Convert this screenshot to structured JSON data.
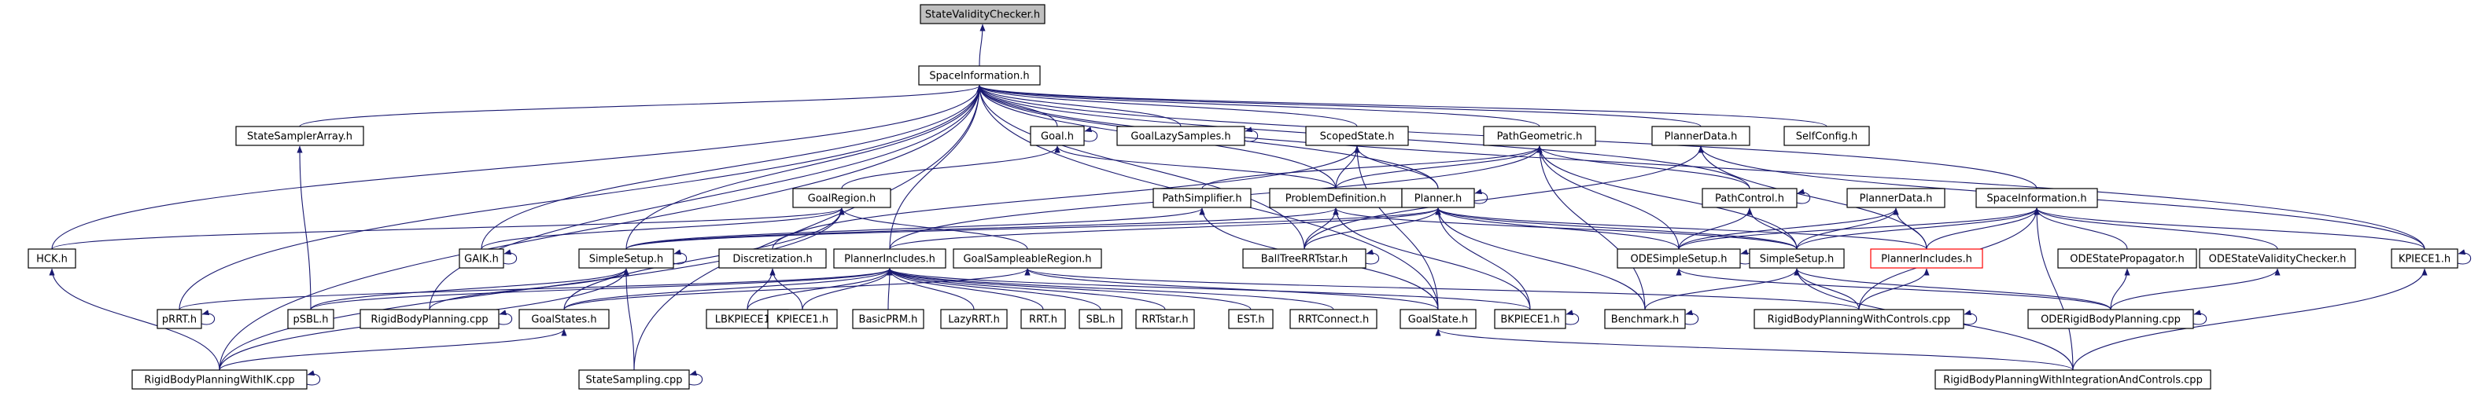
{
  "diagram": {
    "root_file": "StateValidityChecker.h",
    "colors": {
      "edge": "#191970",
      "root_fill": "#bfbfbf",
      "node_fill": "#ffffff",
      "truncated_border": "#ff0000"
    },
    "nodes": {
      "StateValidityChecker": "StateValidityChecker.h",
      "SpaceInformation": "SpaceInformation.h",
      "StateSamplerArray": "StateSamplerArray.h",
      "Goal": "Goal.h",
      "GoalLazySamples": "GoalLazySamples.h",
      "ScopedState": "ScopedState.h",
      "PathGeometric": "PathGeometric.h",
      "PlannerData1": "PlannerData.h",
      "SelfConfig": "SelfConfig.h",
      "GoalRegion": "GoalRegion.h",
      "PathSimplifier": "PathSimplifier.h",
      "ProblemDefinition": "ProblemDefinition.h",
      "Planner": "Planner.h",
      "PathControl": "PathControl.h",
      "PlannerData2": "PlannerData.h",
      "SpaceInformation2": "SpaceInformation.h",
      "HCK": "HCK.h",
      "GAIK": "GAIK.h",
      "SimpleSetup1": "SimpleSetup.h",
      "Discretization": "Discretization.h",
      "PlannerIncludes1": "PlannerIncludes.h",
      "GoalSampleableRegion": "GoalSampleableRegion.h",
      "BallTreeRRTstar": "BallTreeRRTstar.h",
      "ODESimpleSetup": "ODESimpleSetup.h",
      "SimpleSetup2": "SimpleSetup.h",
      "PlannerIncludes2": "PlannerIncludes.h",
      "ODEStatePropagator": "ODEStatePropagator.h",
      "ODEStateValidityChecker": "ODEStateValidityChecker.h",
      "KPIECE1_ctrl": "KPIECE1.h",
      "pRRT": "pRRT.h",
      "pSBL": "pSBL.h",
      "RigidBodyPlanning": "RigidBodyPlanning.cpp",
      "GoalStates": "GoalStates.h",
      "LBKPIECE1": "LBKPIECE1.h",
      "KPIECE1_geo": "KPIECE1.h",
      "BasicPRM": "BasicPRM.h",
      "LazyRRT": "LazyRRT.h",
      "RRT": "RRT.h",
      "SBL": "SBL.h",
      "RRTstar": "RRTstar.h",
      "EST": "EST.h",
      "RRTConnect": "RRTConnect.h",
      "GoalState": "GoalState.h",
      "BKPIECE1": "BKPIECE1.h",
      "Benchmark": "Benchmark.h",
      "RigidBodyPlanningWithControls": "RigidBodyPlanningWithControls.cpp",
      "ODERigidBodyPlanning": "ODERigidBodyPlanning.cpp",
      "RigidBodyPlanningWithIK": "RigidBodyPlanningWithIK.cpp",
      "StateSampling": "StateSampling.cpp",
      "RigidBodyPlanningWithIntegrationAndControls": "RigidBodyPlanningWithIntegrationAndControls.cpp"
    },
    "edges": [
      [
        "StateValidityChecker",
        "SpaceInformation"
      ],
      [
        "SpaceInformation",
        "StateSamplerArray"
      ],
      [
        "SpaceInformation",
        "Goal"
      ],
      [
        "SpaceInformation",
        "GoalLazySamples"
      ],
      [
        "SpaceInformation",
        "ScopedState"
      ],
      [
        "SpaceInformation",
        "PathGeometric"
      ],
      [
        "SpaceInformation",
        "PlannerData1"
      ],
      [
        "SpaceInformation",
        "SelfConfig"
      ],
      [
        "SpaceInformation",
        "SpaceInformation2"
      ],
      [
        "SpaceInformation",
        "HCK"
      ],
      [
        "SpaceInformation",
        "GAIK"
      ],
      [
        "SpaceInformation",
        "SimpleSetup1"
      ],
      [
        "SpaceInformation",
        "PlannerIncludes1"
      ],
      [
        "SpaceInformation",
        "ProblemDefinition"
      ],
      [
        "SpaceInformation",
        "Planner"
      ],
      [
        "SpaceInformation",
        "PathControl"
      ],
      [
        "SpaceInformation",
        "BallTreeRRTstar"
      ],
      [
        "SpaceInformation",
        "pRRT"
      ],
      [
        "SpaceInformation",
        "RigidBodyPlanning"
      ],
      [
        "SpaceInformation",
        "RigidBodyPlanningWithIK"
      ],
      [
        "SpaceInformation",
        "StateSampling"
      ],
      [
        "SpaceInformation",
        "GoalState"
      ],
      [
        "SpaceInformation",
        "KPIECE1_ctrl"
      ],
      [
        "StateSamplerArray",
        "pSBL"
      ],
      [
        "Goal",
        "GoalRegion"
      ],
      [
        "Goal",
        "ProblemDefinition"
      ],
      [
        "Goal",
        "Goal"
      ],
      [
        "GoalLazySamples",
        "GoalLazySamples"
      ],
      [
        "ScopedState",
        "ProblemDefinition"
      ],
      [
        "ScopedState",
        "Planner"
      ],
      [
        "ScopedState",
        "Discretization"
      ],
      [
        "ScopedState",
        "GoalState"
      ],
      [
        "PathGeometric",
        "PathSimplifier"
      ],
      [
        "PathGeometric",
        "PathControl"
      ],
      [
        "PathGeometric",
        "SimpleSetup2"
      ],
      [
        "PathGeometric",
        "ODESimpleSetup"
      ],
      [
        "PathGeometric",
        "Benchmark"
      ],
      [
        "PathGeometric",
        "ProblemDefinition"
      ],
      [
        "PathGeometric",
        "PlannerIncludes1"
      ],
      [
        "PlannerData1",
        "BallTreeRRTstar"
      ],
      [
        "PlannerData1",
        "PlannerIncludes2"
      ],
      [
        "PlannerData1",
        "KPIECE1_ctrl"
      ],
      [
        "GoalRegion",
        "HCK"
      ],
      [
        "GoalRegion",
        "GAIK"
      ],
      [
        "GoalRegion",
        "GoalSampleableRegion"
      ],
      [
        "GoalRegion",
        "RigidBodyPlanningWithIK"
      ],
      [
        "GoalRegion",
        "GoalStates"
      ],
      [
        "PathSimplifier",
        "SimpleSetup1"
      ],
      [
        "PathSimplifier",
        "GoalState"
      ],
      [
        "ProblemDefinition",
        "SimpleSetup1"
      ],
      [
        "ProblemDefinition",
        "BallTreeRRTstar"
      ],
      [
        "ProblemDefinition",
        "SimpleSetup2"
      ],
      [
        "ProblemDefinition",
        "BKPIECE1"
      ],
      [
        "Planner",
        "Planner"
      ],
      [
        "Planner",
        "SimpleSetup1"
      ],
      [
        "Planner",
        "PlannerIncludes1"
      ],
      [
        "Planner",
        "BallTreeRRTstar"
      ],
      [
        "Planner",
        "ODESimpleSetup"
      ],
      [
        "Planner",
        "SimpleSetup2"
      ],
      [
        "Planner",
        "PlannerIncludes2"
      ],
      [
        "Planner",
        "Benchmark"
      ],
      [
        "Planner",
        "BKPIECE1"
      ],
      [
        "PathControl",
        "PathControl"
      ],
      [
        "PathControl",
        "ODESimpleSetup"
      ],
      [
        "PathControl",
        "SimpleSetup2"
      ],
      [
        "PlannerData2",
        "ODESimpleSetup"
      ],
      [
        "PlannerData2",
        "SimpleSetup2"
      ],
      [
        "PlannerData2",
        "PlannerIncludes2"
      ],
      [
        "SpaceInformation2",
        "ODESimpleSetup"
      ],
      [
        "SpaceInformation2",
        "SimpleSetup2"
      ],
      [
        "SpaceInformation2",
        "PlannerIncludes2"
      ],
      [
        "SpaceInformation2",
        "ODEStatePropagator"
      ],
      [
        "SpaceInformation2",
        "ODEStateValidityChecker"
      ],
      [
        "SpaceInformation2",
        "KPIECE1_ctrl"
      ],
      [
        "SpaceInformation2",
        "RigidBodyPlanningWithControls"
      ],
      [
        "SpaceInformation2",
        "RigidBodyPlanningWithIntegrationAndControls"
      ],
      [
        "HCK",
        "RigidBodyPlanningWithIK"
      ],
      [
        "GAIK",
        "GAIK"
      ],
      [
        "SimpleSetup1",
        "SimpleSetup1"
      ],
      [
        "SimpleSetup1",
        "RigidBodyPlanning"
      ],
      [
        "SimpleSetup1",
        "pSBL"
      ],
      [
        "SimpleSetup1",
        "StateSampling"
      ],
      [
        "SimpleSetup1",
        "RigidBodyPlanningWithIK"
      ],
      [
        "Discretization",
        "LBKPIECE1"
      ],
      [
        "Discretization",
        "KPIECE1_geo"
      ],
      [
        "PlannerIncludes1",
        "pRRT"
      ],
      [
        "PlannerIncludes1",
        "pSBL"
      ],
      [
        "PlannerIncludes1",
        "LBKPIECE1"
      ],
      [
        "PlannerIncludes1",
        "KPIECE1_geo"
      ],
      [
        "PlannerIncludes1",
        "BasicPRM"
      ],
      [
        "PlannerIncludes1",
        "LazyRRT"
      ],
      [
        "PlannerIncludes1",
        "RRT"
      ],
      [
        "PlannerIncludes1",
        "SBL"
      ],
      [
        "PlannerIncludes1",
        "RRTstar"
      ],
      [
        "PlannerIncludes1",
        "EST"
      ],
      [
        "PlannerIncludes1",
        "RRTConnect"
      ],
      [
        "PlannerIncludes1",
        "BKPIECE1"
      ],
      [
        "PlannerIncludes1",
        "GoalStates"
      ],
      [
        "GoalSampleableRegion",
        "GoalStates"
      ],
      [
        "GoalSampleableRegion",
        "GoalState"
      ],
      [
        "GoalSampleableRegion",
        "RigidBodyPlanningWithControls"
      ],
      [
        "BallTreeRRTstar",
        "BallTreeRRTstar"
      ],
      [
        "ODESimpleSetup",
        "ODESimpleSetup"
      ],
      [
        "ODESimpleSetup",
        "ODERigidBodyPlanning"
      ],
      [
        "SimpleSetup2",
        "Benchmark"
      ],
      [
        "SimpleSetup2",
        "RigidBodyPlanningWithControls"
      ],
      [
        "SimpleSetup2",
        "ODERigidBodyPlanning"
      ],
      [
        "SimpleSetup2",
        "RigidBodyPlanningWithIntegrationAndControls"
      ],
      [
        "PlannerIncludes2",
        "RigidBodyPlanningWithControls"
      ],
      [
        "ODEStatePropagator",
        "ODERigidBodyPlanning"
      ],
      [
        "ODEStateValidityChecker",
        "ODERigidBodyPlanning"
      ],
      [
        "KPIECE1_ctrl",
        "KPIECE1_ctrl"
      ],
      [
        "KPIECE1_ctrl",
        "RigidBodyPlanningWithIntegrationAndControls"
      ],
      [
        "pRRT",
        "pRRT"
      ],
      [
        "RigidBodyPlanning",
        "RigidBodyPlanning"
      ],
      [
        "GoalStates",
        "RigidBodyPlanningWithIK"
      ],
      [
        "GoalState",
        "RigidBodyPlanningWithIntegrationAndControls"
      ],
      [
        "BKPIECE1",
        "BKPIECE1"
      ],
      [
        "Benchmark",
        "Benchmark"
      ],
      [
        "RigidBodyPlanningWithControls",
        "RigidBodyPlanningWithControls"
      ],
      [
        "ODERigidBodyPlanning",
        "ODERigidBodyPlanning"
      ],
      [
        "RigidBodyPlanningWithIK",
        "RigidBodyPlanningWithIK"
      ],
      [
        "StateSampling",
        "StateSampling"
      ]
    ]
  }
}
